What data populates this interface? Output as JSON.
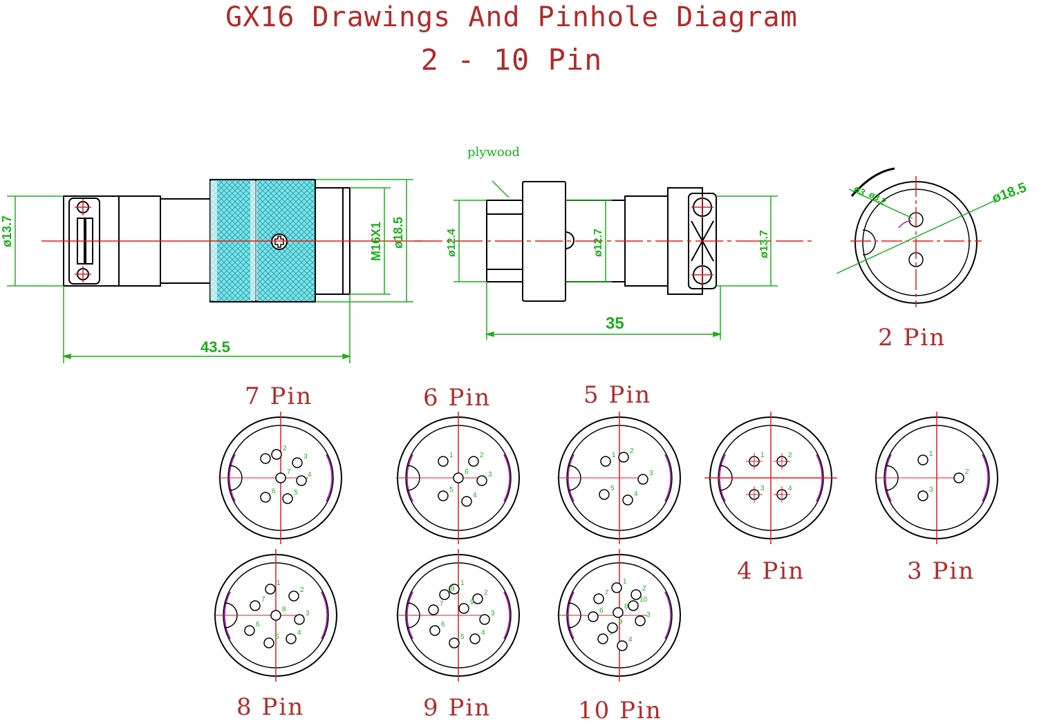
{
  "title": {
    "line1": "GX16 Drawings And Pinhole Diagram",
    "line2": "2 - 10 Pin"
  },
  "side_view": {
    "dia_left": "ø13.7",
    "thread": "M16X1",
    "dia_outer": "ø18.5",
    "length": "43.5"
  },
  "socket_view": {
    "note": "plywood",
    "dia_a": "ø12.4",
    "dia_b": "ø12.7",
    "dia_c": "ø13.7",
    "length": "35"
  },
  "end_view": {
    "dia_outer": "ø18.5",
    "dia_pin": "ø3",
    "dia_pin2": "ø3.2"
  },
  "pin_labels": {
    "p2": "2 Pin",
    "p3": "3 Pin",
    "p4": "4 Pin",
    "p5": "5 Pin",
    "p6": "6 Pin",
    "p7": "7 Pin",
    "p8": "8 Pin",
    "p9": "9 Pin",
    "p10": "10 Pin"
  },
  "colors": {
    "title": "#b22a2a",
    "dimension": "#19b019",
    "centerline": "#e01b1b",
    "knurl": "#39c6cf",
    "outline": "#000000",
    "keyway": "#a020a0"
  }
}
